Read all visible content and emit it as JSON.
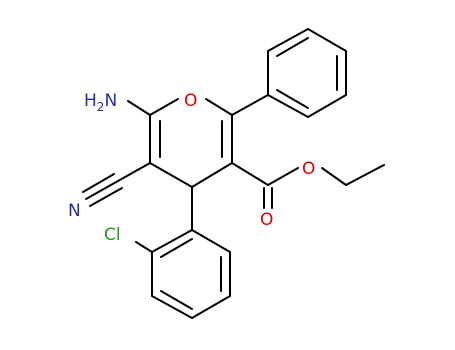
{
  "molecule": {
    "atom_labels": {
      "amino": "H2N",
      "oxygen_ring": "O",
      "nitrogen_nitrile": "N",
      "oxygen_ester": "O",
      "oxygen_carbonyl": "O",
      "chlorine": "Cl"
    },
    "colors": {
      "nitrogen": "#2a2aa8",
      "oxygen": "#e00000",
      "chlorine": "#1f9d1f",
      "bond": "#000000"
    }
  }
}
